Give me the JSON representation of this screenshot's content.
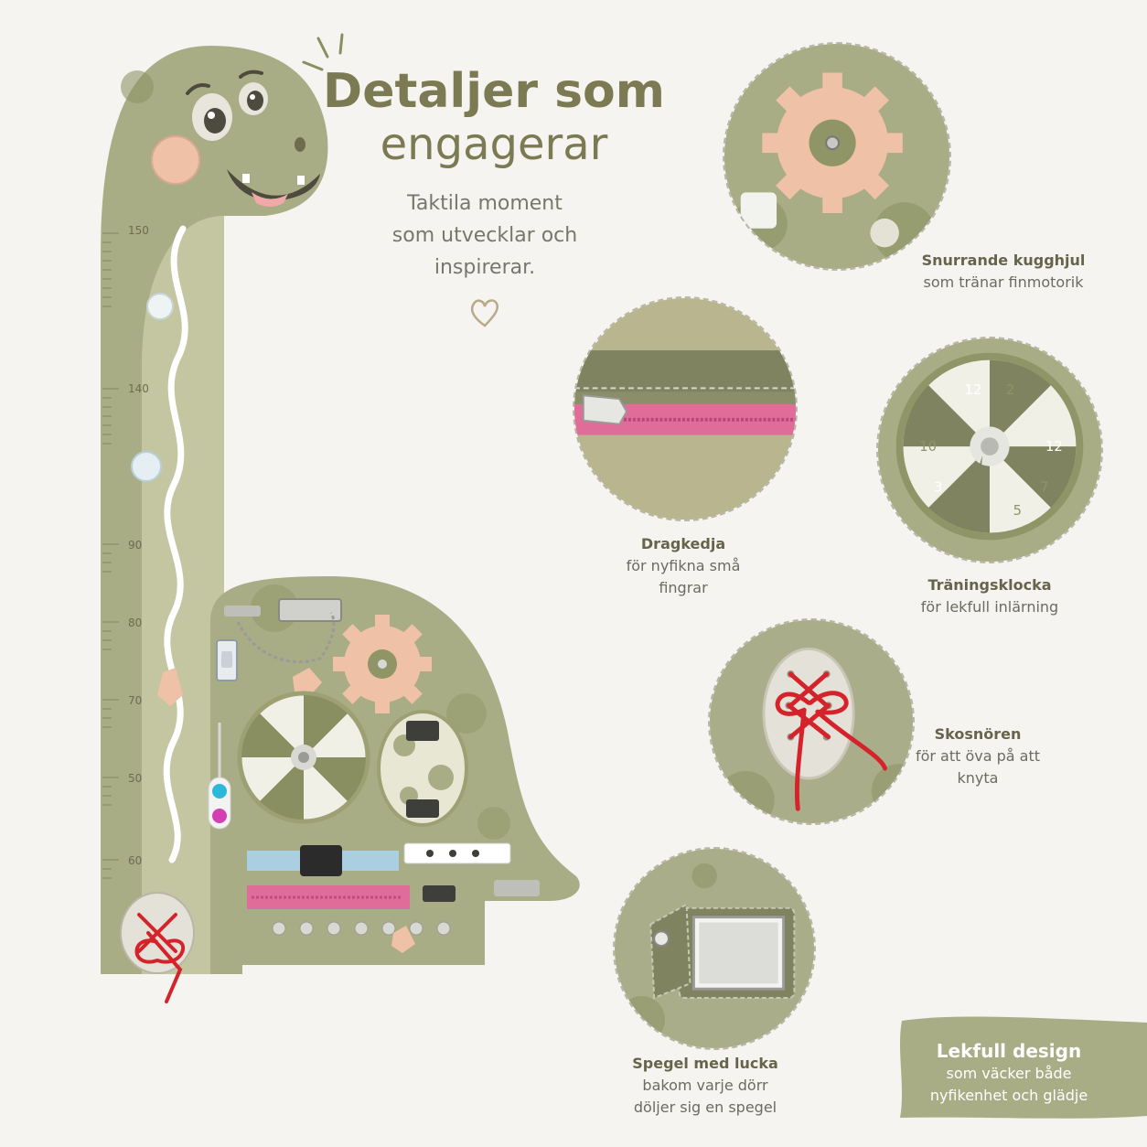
{
  "headline": {
    "line1": "Detaljer som",
    "line2": "engagerar"
  },
  "subtitle": [
    "Taktila moment",
    "som utvecklar och",
    "inspirerar."
  ],
  "ruler_marks": [
    "150",
    "140",
    "90",
    "80",
    "70",
    "50",
    "60"
  ],
  "features": [
    {
      "title": "Snurrande kugghjul",
      "desc": [
        "som tränar finmotorik"
      ]
    },
    {
      "title": "Dragkedja",
      "desc": [
        "för nyfikna små",
        "fingrar"
      ]
    },
    {
      "title": "Träningsklocka",
      "desc": [
        "för lekfull inlärning"
      ]
    },
    {
      "title": "Skosnören",
      "desc": [
        "för att öva på att",
        "knyta"
      ]
    },
    {
      "title": "Spegel med lucka",
      "desc": [
        "bakom varje dörr",
        "döljer sig en spegel"
      ]
    }
  ],
  "banner": {
    "title": "Lekfull design",
    "desc": [
      "som väcker både",
      "nyfikenhet och glädje"
    ]
  },
  "clock_numbers": [
    "12",
    "2",
    "10",
    "12",
    "7",
    "5",
    "3"
  ],
  "colors": {
    "background": "#f6f4f0",
    "olive": "#a9ad86",
    "olive_dark": "#8a8f62",
    "olive_light": "#cfd0ac",
    "peach": "#efc1a6",
    "pink_zipper": "#e06c9a",
    "blue_buckle": "#a9cfe0",
    "lace_red": "#d4232b",
    "title": "#7b7a52"
  }
}
